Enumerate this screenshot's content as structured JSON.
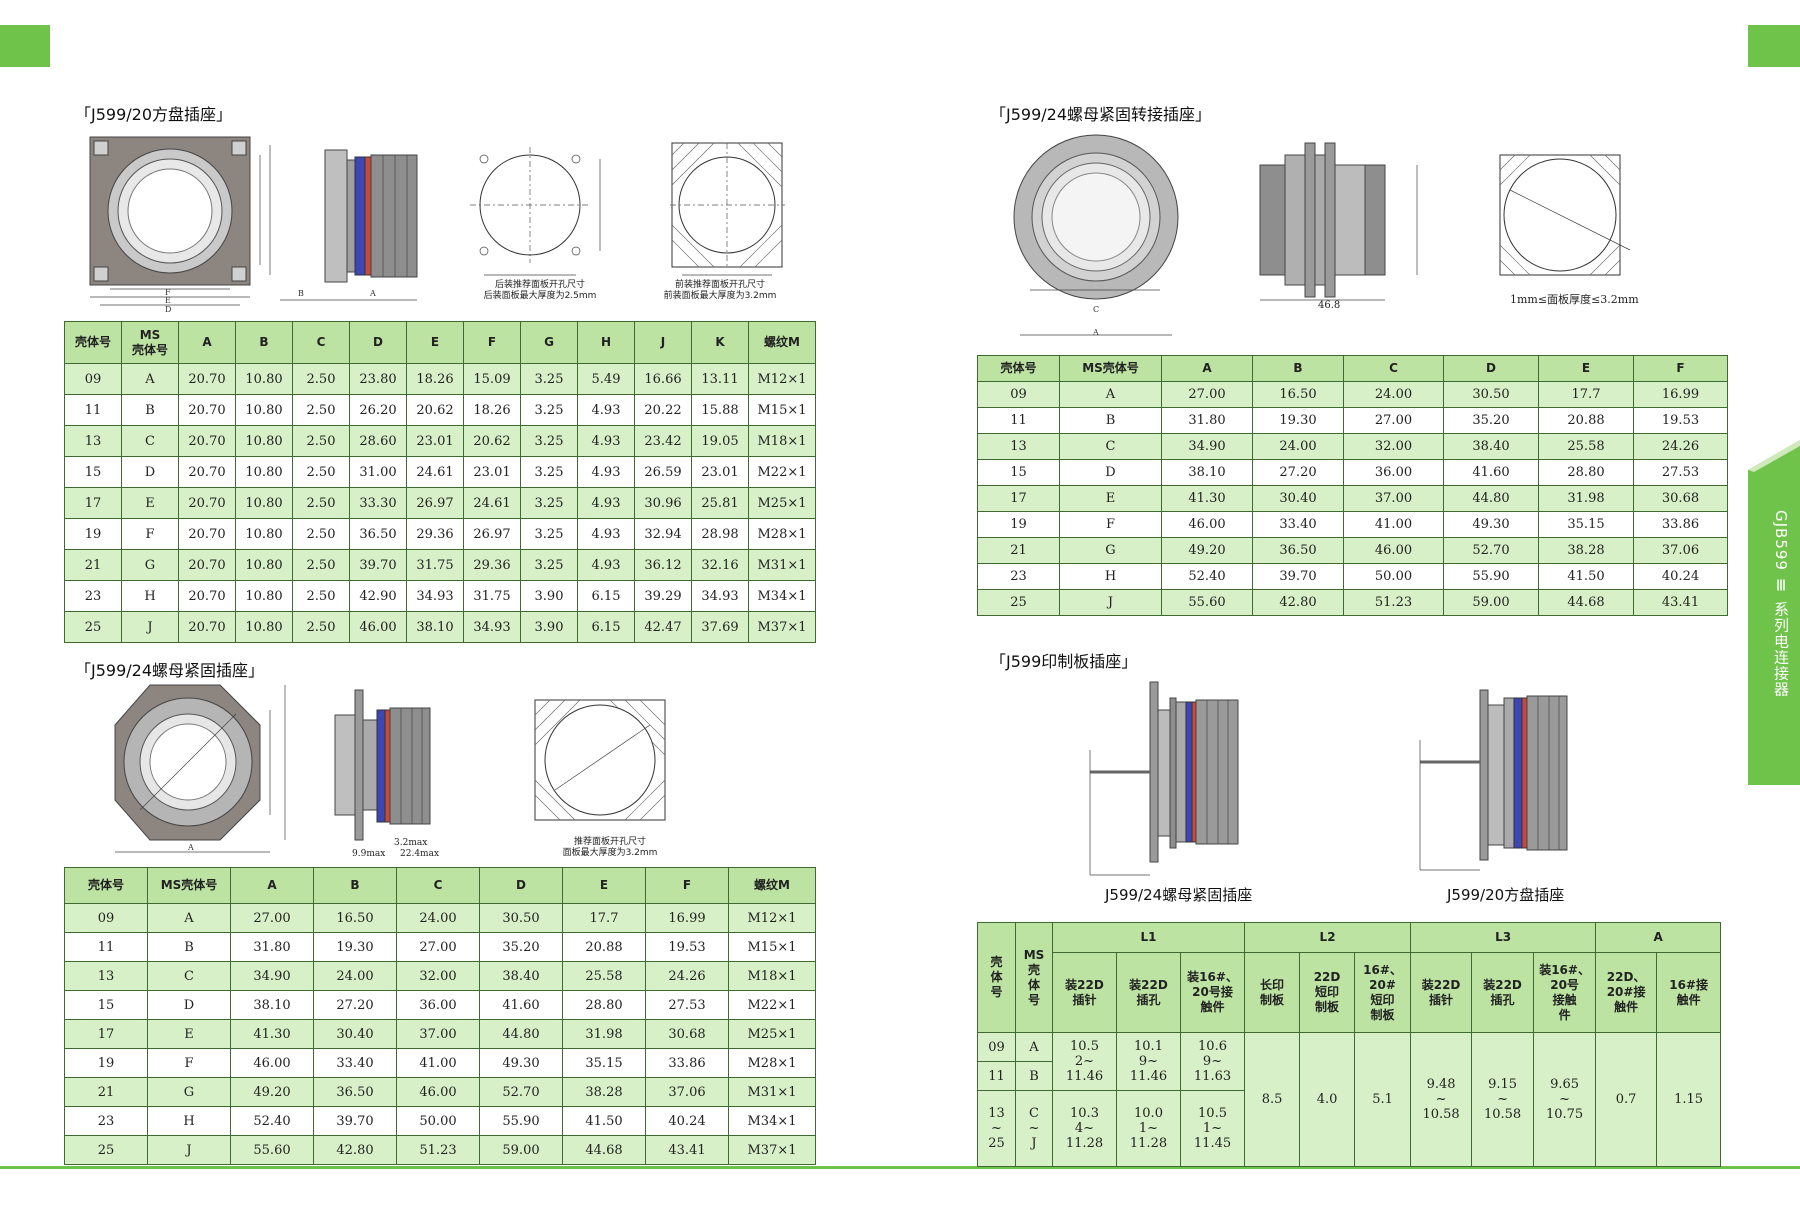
{
  "side_tab": {
    "text": "GJB599 Ⅲ 系列电连接器",
    "color": "#6fc34a"
  },
  "accent_color": "#6fc34a",
  "sec1": {
    "title": "「J599/20方盘插座」",
    "cut1": "后装推荐面板开孔尺寸",
    "cut1b": "后装面板最大厚度为2.5mm",
    "cut2": "前装推荐面板开孔尺寸",
    "cut2b": "前装面板最大厚度为3.2mm",
    "headers": [
      "壳体号",
      "MS\n壳体号",
      "A",
      "B",
      "C",
      "D",
      "E",
      "F",
      "G",
      "H",
      "J",
      "K",
      "螺纹M"
    ],
    "rows": [
      [
        "09",
        "A",
        "20.70",
        "10.80",
        "2.50",
        "23.80",
        "18.26",
        "15.09",
        "3.25",
        "5.49",
        "16.66",
        "13.11",
        "M12×1"
      ],
      [
        "11",
        "B",
        "20.70",
        "10.80",
        "2.50",
        "26.20",
        "20.62",
        "18.26",
        "3.25",
        "4.93",
        "20.22",
        "15.88",
        "M15×1"
      ],
      [
        "13",
        "C",
        "20.70",
        "10.80",
        "2.50",
        "28.60",
        "23.01",
        "20.62",
        "3.25",
        "4.93",
        "23.42",
        "19.05",
        "M18×1"
      ],
      [
        "15",
        "D",
        "20.70",
        "10.80",
        "2.50",
        "31.00",
        "24.61",
        "23.01",
        "3.25",
        "4.93",
        "26.59",
        "23.01",
        "M22×1"
      ],
      [
        "17",
        "E",
        "20.70",
        "10.80",
        "2.50",
        "33.30",
        "26.97",
        "24.61",
        "3.25",
        "4.93",
        "30.96",
        "25.81",
        "M25×1"
      ],
      [
        "19",
        "F",
        "20.70",
        "10.80",
        "2.50",
        "36.50",
        "29.36",
        "26.97",
        "3.25",
        "4.93",
        "32.94",
        "28.98",
        "M28×1"
      ],
      [
        "21",
        "G",
        "20.70",
        "10.80",
        "2.50",
        "39.70",
        "31.75",
        "29.36",
        "3.25",
        "4.93",
        "36.12",
        "32.16",
        "M31×1"
      ],
      [
        "23",
        "H",
        "20.70",
        "10.80",
        "2.50",
        "42.90",
        "34.93",
        "31.75",
        "3.90",
        "6.15",
        "39.29",
        "34.93",
        "M34×1"
      ],
      [
        "25",
        "J",
        "20.70",
        "10.80",
        "2.50",
        "46.00",
        "38.10",
        "34.93",
        "3.90",
        "6.15",
        "42.47",
        "37.69",
        "M37×1"
      ]
    ]
  },
  "sec2": {
    "title": "「J599/24螺母紧固插座」",
    "cut": "推荐面板开孔尺寸",
    "cutb": "面板最大厚度为3.2mm",
    "dim1": "3.2max",
    "dim2": "9.9max",
    "dim3": "22.4max",
    "headers": [
      "壳体号",
      "MS壳体号",
      "A",
      "B",
      "C",
      "D",
      "E",
      "F",
      "螺纹M"
    ],
    "rows": [
      [
        "09",
        "A",
        "27.00",
        "16.50",
        "24.00",
        "30.50",
        "17.7",
        "16.99",
        "M12×1"
      ],
      [
        "11",
        "B",
        "31.80",
        "19.30",
        "27.00",
        "35.20",
        "20.88",
        "19.53",
        "M15×1"
      ],
      [
        "13",
        "C",
        "34.90",
        "24.00",
        "32.00",
        "38.40",
        "25.58",
        "24.26",
        "M18×1"
      ],
      [
        "15",
        "D",
        "38.10",
        "27.20",
        "36.00",
        "41.60",
        "28.80",
        "27.53",
        "M22×1"
      ],
      [
        "17",
        "E",
        "41.30",
        "30.40",
        "37.00",
        "44.80",
        "31.98",
        "30.68",
        "M25×1"
      ],
      [
        "19",
        "F",
        "46.00",
        "33.40",
        "41.00",
        "49.30",
        "35.15",
        "33.86",
        "M28×1"
      ],
      [
        "21",
        "G",
        "49.20",
        "36.50",
        "46.00",
        "52.70",
        "38.28",
        "37.06",
        "M31×1"
      ],
      [
        "23",
        "H",
        "52.40",
        "39.70",
        "50.00",
        "55.90",
        "41.50",
        "40.24",
        "M34×1"
      ],
      [
        "25",
        "J",
        "55.60",
        "42.80",
        "51.23",
        "59.00",
        "44.68",
        "43.41",
        "M37×1"
      ]
    ]
  },
  "sec3": {
    "title": "「J599/24螺母紧固转接插座」",
    "dim_b": "46.8",
    "note": "1mm≤面板厚度≤3.2mm",
    "headers": [
      "壳体号",
      "MS壳体号",
      "A",
      "B",
      "C",
      "D",
      "E",
      "F"
    ],
    "rows": [
      [
        "09",
        "A",
        "27.00",
        "16.50",
        "24.00",
        "30.50",
        "17.7",
        "16.99"
      ],
      [
        "11",
        "B",
        "31.80",
        "19.30",
        "27.00",
        "35.20",
        "20.88",
        "19.53"
      ],
      [
        "13",
        "C",
        "34.90",
        "24.00",
        "32.00",
        "38.40",
        "25.58",
        "24.26"
      ],
      [
        "15",
        "D",
        "38.10",
        "27.20",
        "36.00",
        "41.60",
        "28.80",
        "27.53"
      ],
      [
        "17",
        "E",
        "41.30",
        "30.40",
        "37.00",
        "44.80",
        "31.98",
        "30.68"
      ],
      [
        "19",
        "F",
        "46.00",
        "33.40",
        "41.00",
        "49.30",
        "35.15",
        "33.86"
      ],
      [
        "21",
        "G",
        "49.20",
        "36.50",
        "46.00",
        "52.70",
        "38.28",
        "37.06"
      ],
      [
        "23",
        "H",
        "52.40",
        "39.70",
        "50.00",
        "55.90",
        "41.50",
        "40.24"
      ],
      [
        "25",
        "J",
        "55.60",
        "42.80",
        "51.23",
        "59.00",
        "44.68",
        "43.41"
      ]
    ]
  },
  "sec4": {
    "title": "「J599印制板插座」",
    "caption_left": "J599/24螺母紧固插座",
    "caption_right": "J599/20方盘插座",
    "group_headers": {
      "shell": "壳\n体\n号",
      "ms": "MS\n壳\n体\n号",
      "l1": "L1",
      "l2": "L2",
      "l3": "L3",
      "a": "A"
    },
    "sub_headers": [
      "装22D\n插针",
      "装22D\n插孔",
      "装16#、\n20号接\n触件",
      "长印\n制板",
      "22D\n短印\n制板",
      "16#、\n20#\n短印\n制板",
      "装22D\n插针",
      "装22D\n插孔",
      "装16#、\n20号\n接触\n件",
      "22D、\n20#接\n触件",
      "16#接\n触件"
    ],
    "shell_rows": [
      [
        "09",
        "A"
      ],
      [
        "11",
        "B"
      ],
      [
        "13\n~\n25",
        "C\n~\nJ"
      ]
    ],
    "l1_a": [
      "10.5\n2~\n11.46",
      "10.1\n9~\n11.46",
      "10.6\n9~\n11.63"
    ],
    "l1_b": [
      "10.3\n4~\n11.28",
      "10.0\n1~\n11.28",
      "10.5\n1~\n11.45"
    ],
    "l2": [
      "8.5",
      "4.0",
      "5.1"
    ],
    "l3": [
      "9.48\n~\n10.58",
      "9.15\n~\n10.58",
      "9.65\n~\n10.75"
    ],
    "a": [
      "0.7",
      "1.15"
    ]
  }
}
